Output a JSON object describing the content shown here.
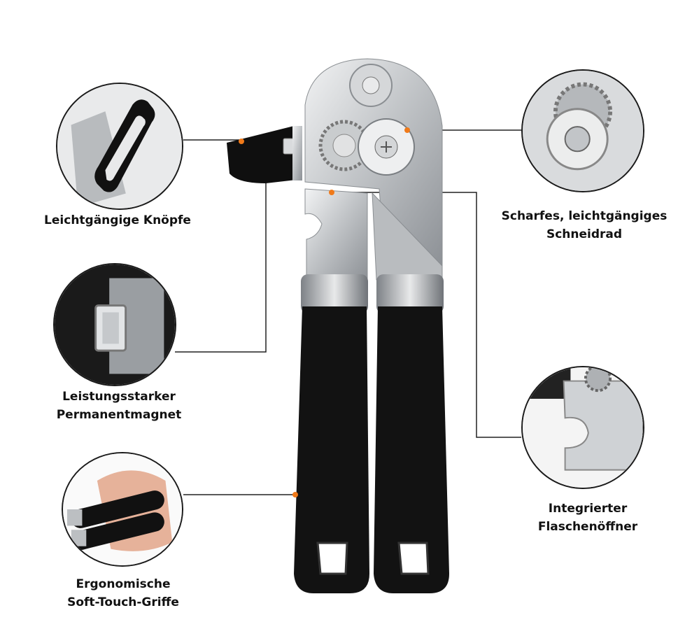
{
  "features": {
    "buttons": {
      "line1": "Leichtgängige Knöpfe",
      "line2": ""
    },
    "magnet": {
      "line1": "Leistungsstarker",
      "line2": "Permanentmagnet"
    },
    "grips": {
      "line1": "Ergonomische",
      "line2": "Soft-Touch-Griffe"
    },
    "wheel": {
      "line1": "Scharfes, leichtgängiges",
      "line2": "Schneidrad"
    },
    "opener": {
      "line1": "Integrierter",
      "line2": "Flaschenöffner"
    }
  },
  "colors": {
    "accent_dot": "#f07a1a",
    "handle": "#111111",
    "steel": "#c9cccf",
    "line": "#222222"
  },
  "icons": [
    "button-closeup-icon",
    "magnet-closeup-icon",
    "hand-grip-icon",
    "cutting-wheel-icon",
    "bottle-opener-icon",
    "can-opener-icon"
  ]
}
